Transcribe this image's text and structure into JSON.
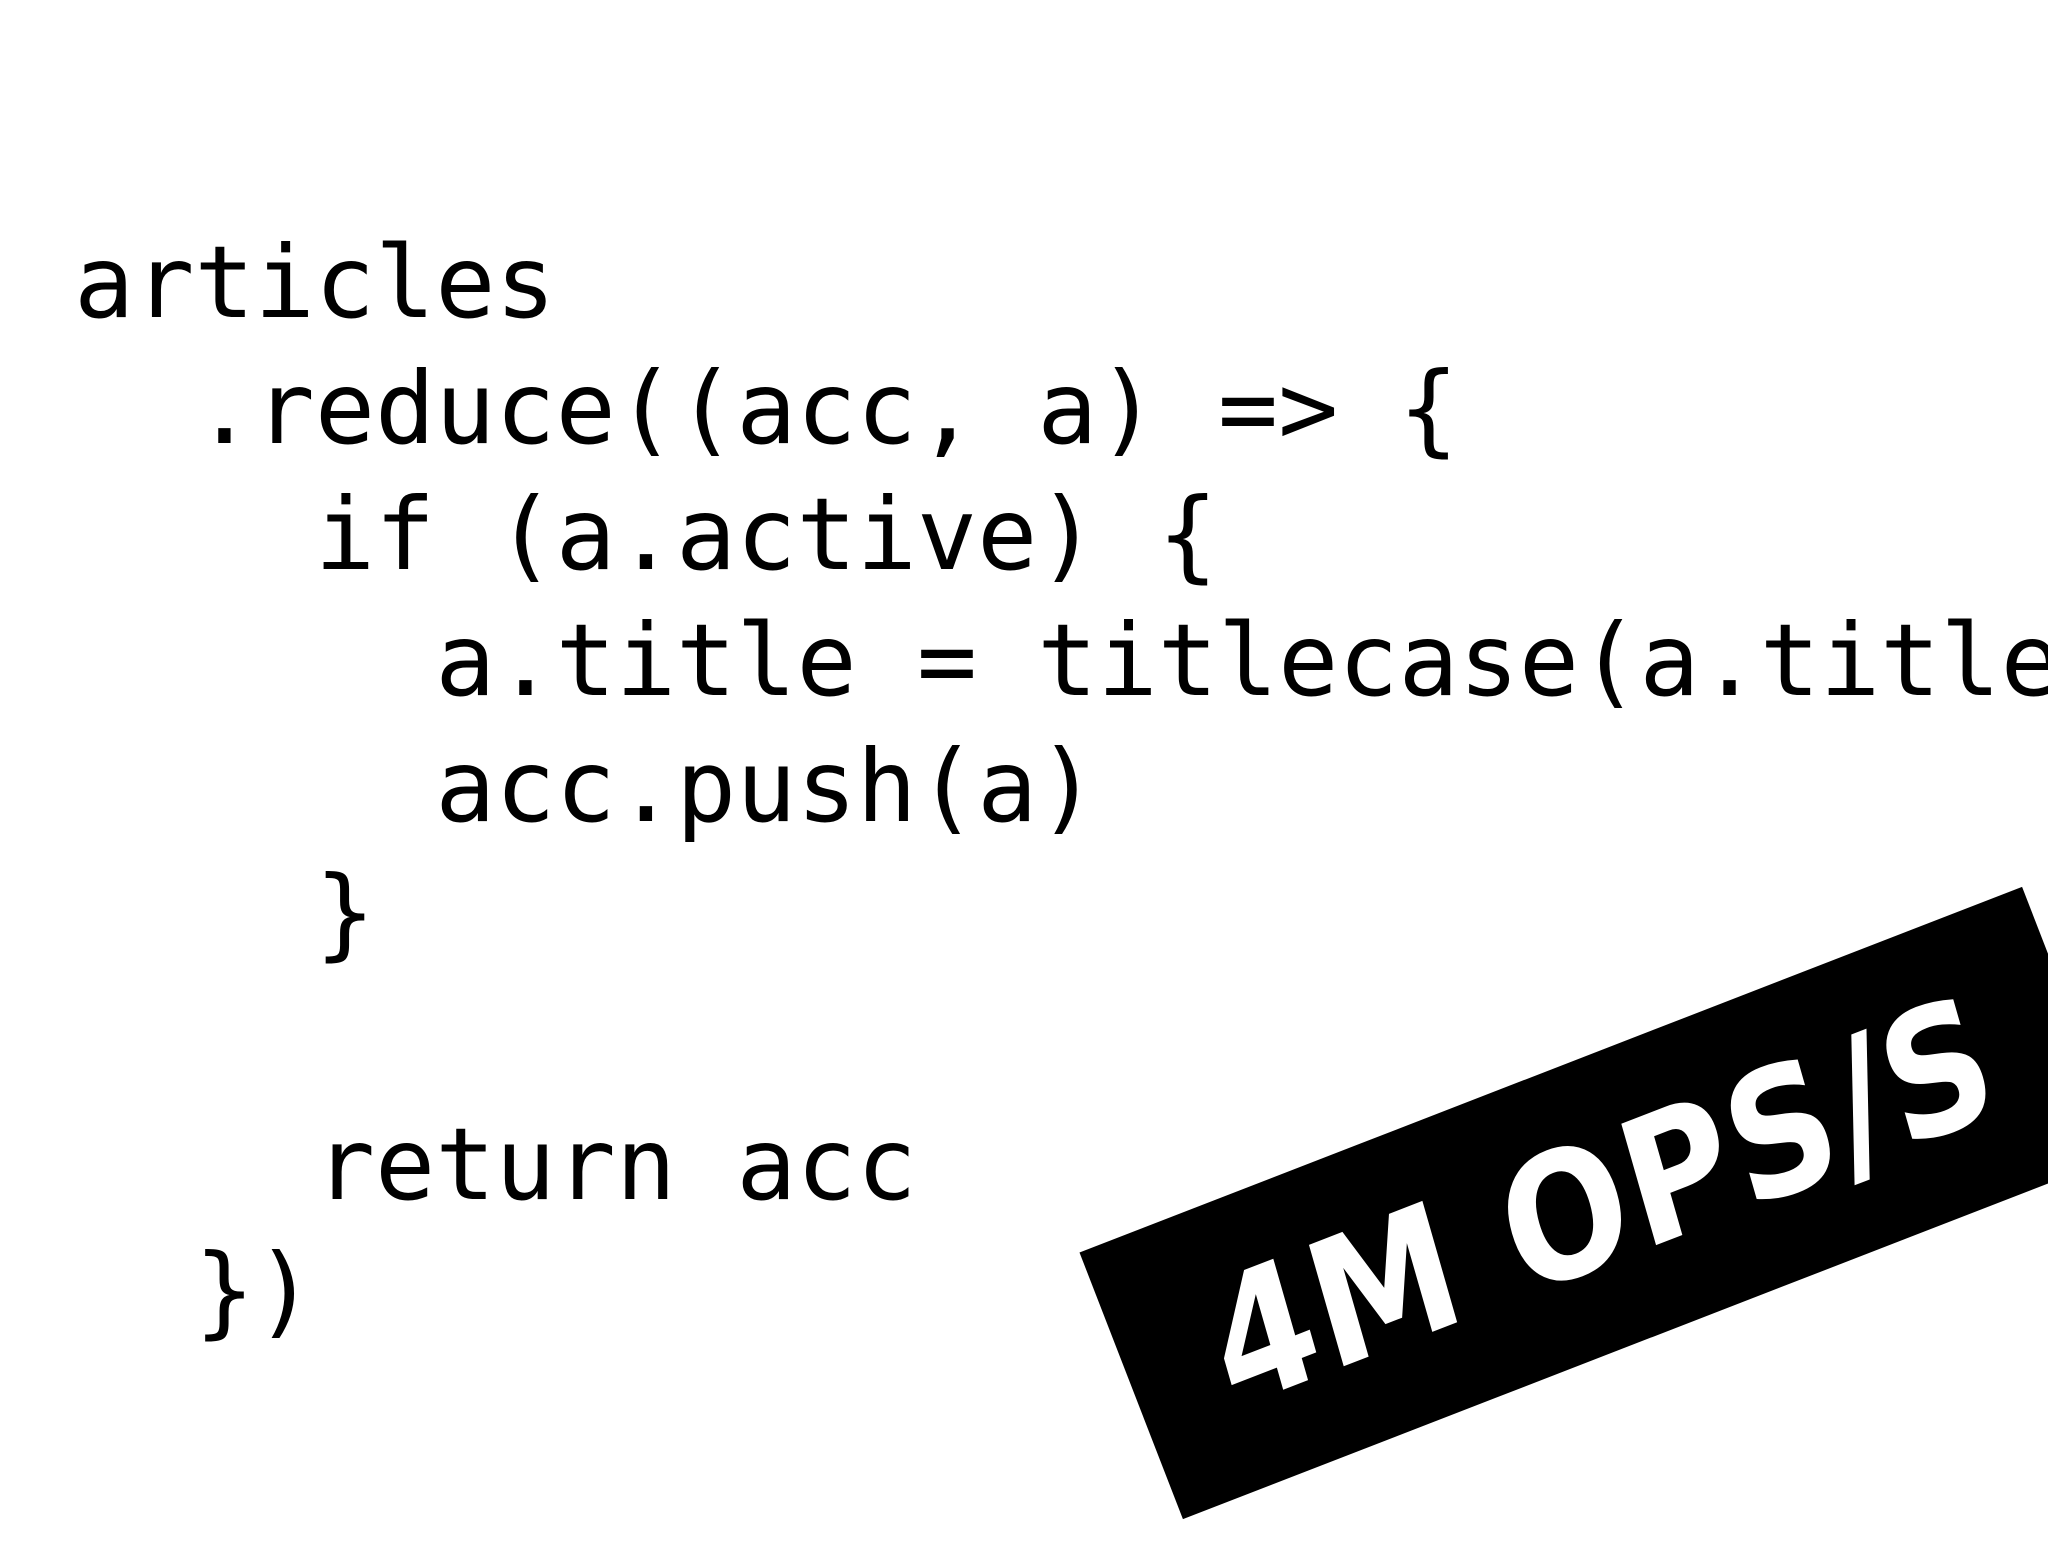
{
  "code": {
    "lines": [
      "articles",
      "  .reduce((acc, a) => {",
      "    if (a.active) {",
      "      a.title = titlecase(a.title)",
      "      acc.push(a)",
      "    }",
      "",
      "    return acc",
      "  })"
    ]
  },
  "stamp": {
    "label": "4M OPS/S",
    "background": "#000000",
    "text_color": "#ffffff"
  }
}
